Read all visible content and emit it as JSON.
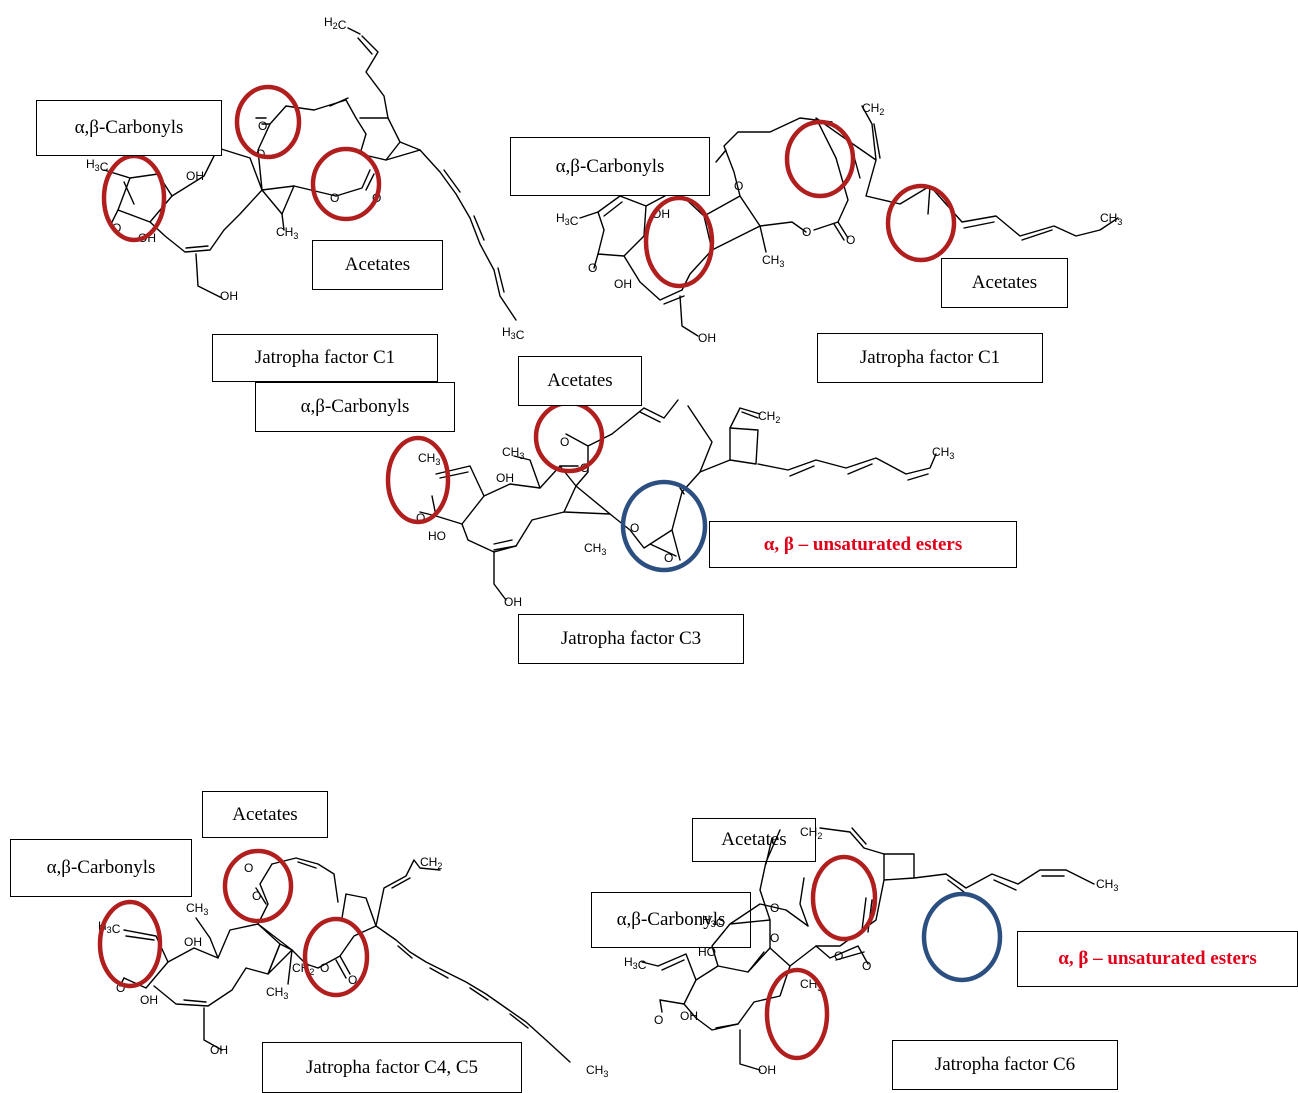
{
  "labels": {
    "carbonyls": "α,β-Carbonyls",
    "acetates": "Acetates",
    "unsaturated_esters": "α, β – unsaturated esters",
    "factor_c1": "Jatropha factor C1",
    "factor_c3": "Jatropha factor C3",
    "factor_c4_c5": "Jatropha factor C4, C5",
    "factor_c6": "Jatropha factor C6"
  },
  "atoms": {
    "ch3": "CH3",
    "h3c": "H3C",
    "ch2": "CH2",
    "h2c": "H2C",
    "oh": "OH",
    "ho": "HO",
    "o": "O"
  },
  "colors": {
    "carbonyl_highlight": "#b01e1e",
    "ester_highlight": "#2b4f80",
    "ester_label_text": "#e0001a"
  }
}
